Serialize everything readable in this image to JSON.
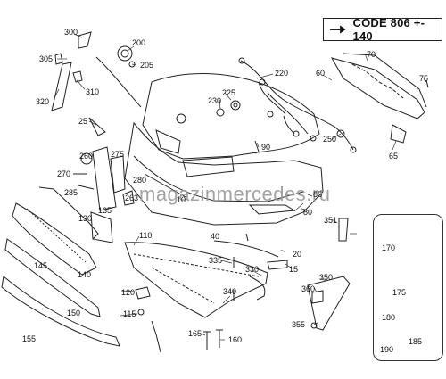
{
  "code_label": "CODE 806 +- 140",
  "watermark": "magazinmercedes.ru",
  "highlight_part": "175",
  "parts": [
    "300",
    "305",
    "310",
    "320",
    "200",
    "205",
    "25",
    "220",
    "60",
    "70",
    "75",
    "225",
    "230",
    "90",
    "250",
    "260",
    "270",
    "275",
    "280",
    "285",
    "263",
    "65",
    "10",
    "85",
    "80",
    "351",
    "130",
    "135",
    "140",
    "145",
    "110",
    "40",
    "20",
    "335",
    "330",
    "15",
    "120",
    "115",
    "340",
    "350",
    "360",
    "355",
    "150",
    "155",
    "165",
    "160",
    "170",
    "175",
    "180",
    "185",
    "190"
  ]
}
